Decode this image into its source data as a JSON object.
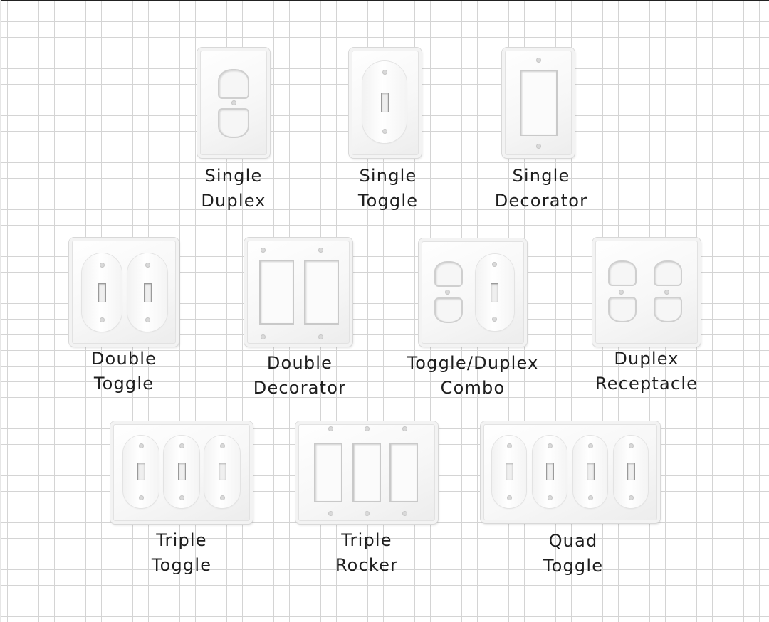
{
  "plates": [
    {
      "id": "single-duplex",
      "caption": [
        "Single",
        "Duplex"
      ]
    },
    {
      "id": "single-toggle",
      "caption": [
        "Single",
        "Toggle"
      ]
    },
    {
      "id": "single-decorator",
      "caption": [
        "Single",
        "Decorator"
      ]
    },
    {
      "id": "double-toggle",
      "caption": [
        "Double",
        "Toggle"
      ]
    },
    {
      "id": "double-decorator",
      "caption": [
        "Double",
        "Decorator"
      ]
    },
    {
      "id": "toggle-duplex-combo",
      "caption": [
        "Toggle/Duplex",
        "Combo"
      ]
    },
    {
      "id": "duplex-receptacle",
      "caption": [
        "Duplex",
        "Receptacle"
      ]
    },
    {
      "id": "triple-toggle",
      "caption": [
        "Triple",
        "Toggle"
      ]
    },
    {
      "id": "triple-rocker",
      "caption": [
        "Triple",
        "Rocker"
      ]
    },
    {
      "id": "quad-toggle",
      "caption": [
        "Quad",
        "Toggle"
      ]
    }
  ]
}
